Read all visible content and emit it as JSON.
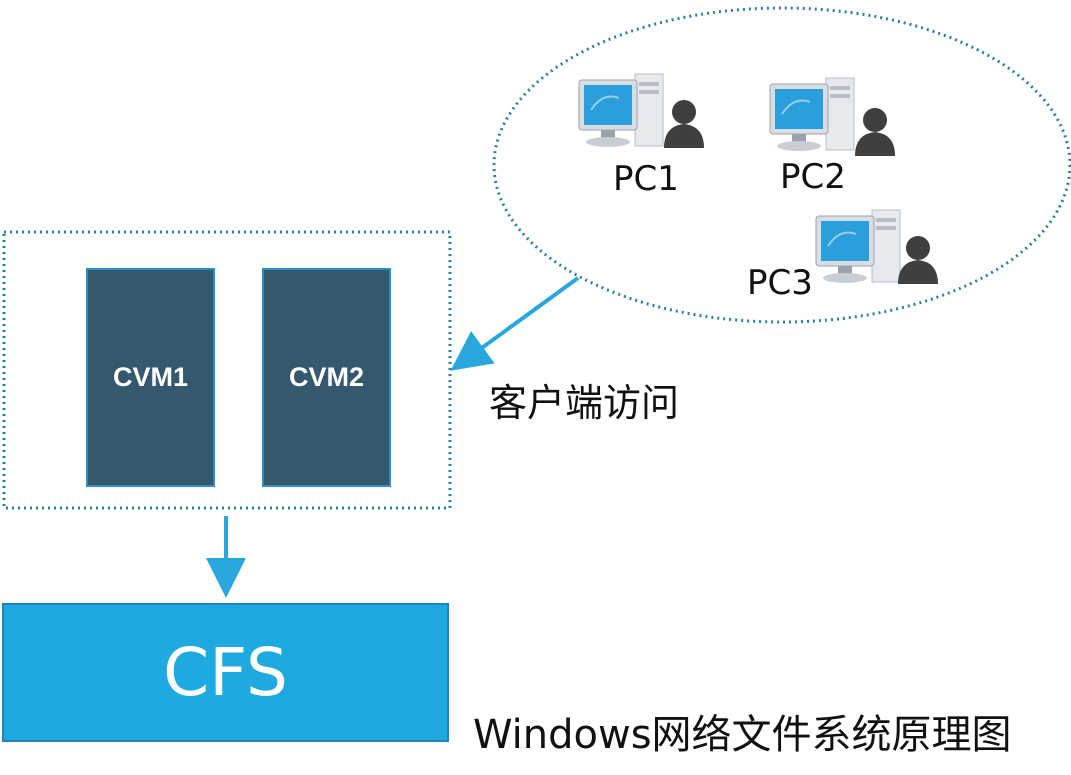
{
  "colors": {
    "vm_fill": "#34596f",
    "vm_border": "#2a8fc7",
    "cfs_fill": "#1fa9e1",
    "arrow": "#2aa6df",
    "dotted_border": "#2b7fa0",
    "monitor_screen": "#2b9fdb",
    "user_silhouette": "#3d3f41"
  },
  "cluster": {
    "vms": [
      {
        "label": "CVM1"
      },
      {
        "label": "CVM2"
      }
    ]
  },
  "storage": {
    "label": "CFS"
  },
  "clients": {
    "pcs": [
      {
        "label": "PC1",
        "icon": "computer-user-icon"
      },
      {
        "label": "PC2",
        "icon": "computer-user-icon"
      },
      {
        "label": "PC3",
        "icon": "computer-user-icon"
      }
    ]
  },
  "edges": {
    "client_access_label": "客户端访问"
  },
  "caption": {
    "title": "Windows网络文件系统原理图"
  }
}
